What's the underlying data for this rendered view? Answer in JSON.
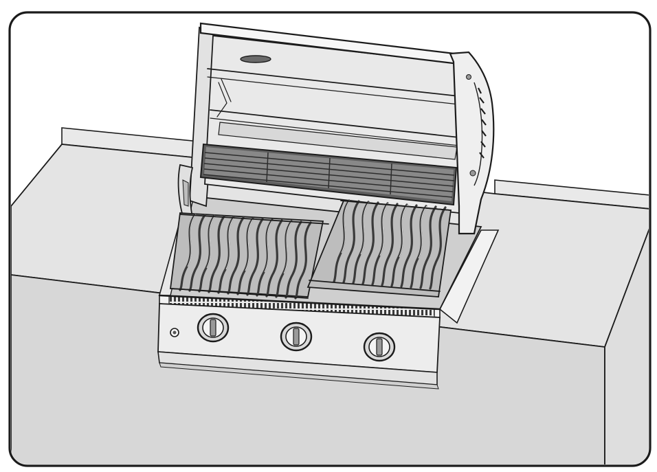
{
  "figure": {
    "kind": "technical-illustration",
    "subject": "built-in-gas-grill",
    "lid_state": "open",
    "cooking_zones": 2,
    "control_knobs": 3,
    "colors": {
      "background": "#ffffff",
      "frame_stroke": "#1b1b1b",
      "counter_top": "#e4e4e4",
      "counter_front": "#d6d6d6",
      "counter_side": "#dcdcdc",
      "steel_light": "#efefef",
      "steel_mid": "#cfcfcf",
      "steel_dark": "#8a8a8a",
      "grate_dark": "#555555"
    }
  }
}
